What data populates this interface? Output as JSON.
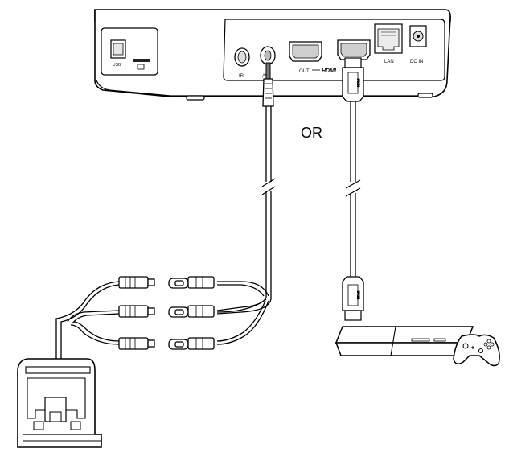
{
  "device": {
    "ports": {
      "usb": "USB",
      "ir": "IR",
      "av": "AV",
      "hdmi_out": "OUT",
      "hdmi_logo": "HDMI",
      "lan": "LAN",
      "dc_in": "DC IN"
    }
  },
  "connector": "OR",
  "icons": {
    "tv_set_top_box": "set-top-box-icon",
    "game_console": "game-console-icon",
    "gamepad": "gamepad-icon",
    "rca_plugs": "rca-plug-icon",
    "hdmi_plug": "hdmi-plug-icon"
  }
}
